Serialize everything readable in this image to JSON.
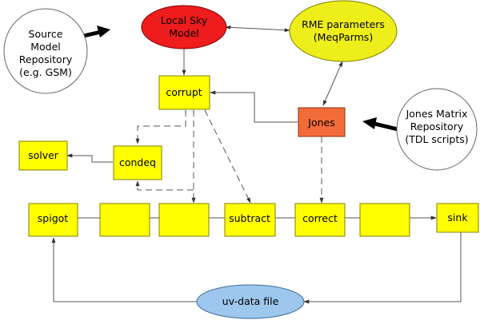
{
  "nodes": {
    "source_repo": [
      "Source",
      "Model",
      "Repository",
      "(e.g. GSM)"
    ],
    "local_sky": [
      "Local Sky",
      "Model"
    ],
    "rme_params": [
      "RME parameters",
      "(MeqParms)"
    ],
    "jones_repo": [
      "Jones Matrix",
      "Repository",
      "(TDL scripts)"
    ],
    "corrupt": "corrupt",
    "jones": "Jones",
    "solver": "solver",
    "condeq": "condeq",
    "spigot": "spigot",
    "subtract": "subtract",
    "correct": "correct",
    "sink": "sink",
    "uvdata": "uv-data file"
  },
  "colors": {
    "yellow_box": "#ffff00",
    "local_sky_fill": "#ee1c1c",
    "rme_fill": "#eeee1a",
    "jones_fill": "#f26c3a",
    "uvdata_fill": "#9ec7ee",
    "repo_fill": "#ffffff"
  }
}
